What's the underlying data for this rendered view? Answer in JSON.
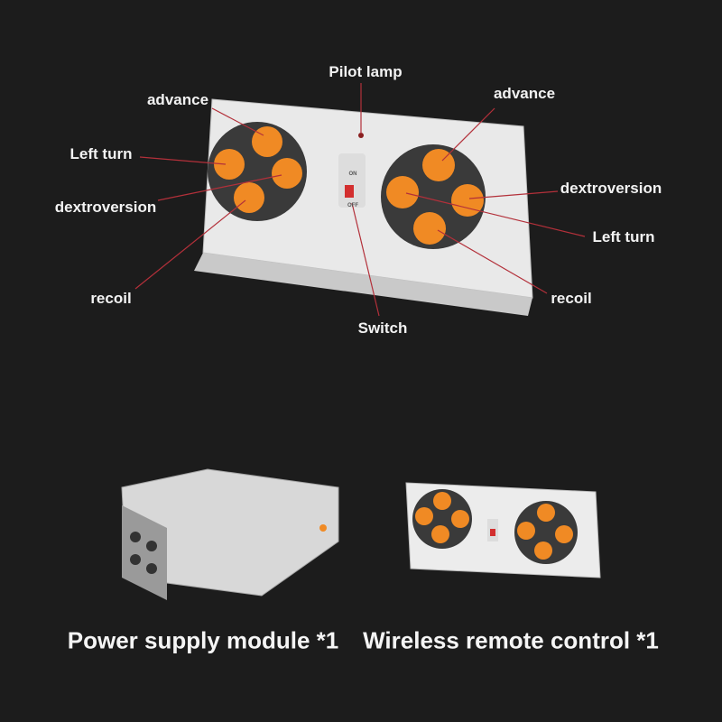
{
  "labels": {
    "pilot_lamp": "Pilot lamp",
    "left_advance": "advance",
    "left_left_turn": "Left turn",
    "left_dextroversion": "dextroversion",
    "left_recoil": "recoil",
    "switch": "Switch",
    "right_advance": "advance",
    "right_dextroversion": "dextroversion",
    "right_left_turn": "Left turn",
    "right_recoil": "recoil"
  },
  "captions": {
    "power_module": "Power supply module *1",
    "remote": "Wireless remote control *1"
  },
  "switch_text": {
    "on": "ON",
    "off": "OFF"
  },
  "colors": {
    "background": "#1c1c1c",
    "button": "#f08a24",
    "body": "#f0f0f0",
    "leader": "#b3303a"
  }
}
